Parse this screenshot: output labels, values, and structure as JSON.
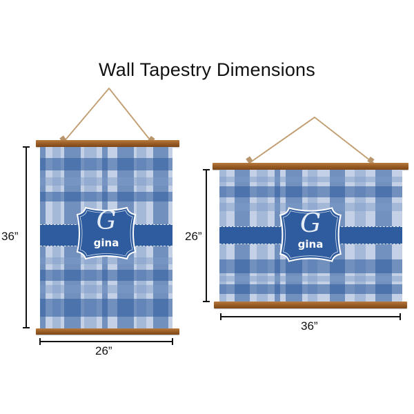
{
  "title": "Wall Tapestry Dimensions",
  "colors": {
    "plaid_dark": "#2f5c9e",
    "plaid_mid": "#7f9dc8",
    "plaid_light": "#c3d0e6",
    "wood": "#9c5f28",
    "rope": "#c9a77c"
  },
  "products": [
    {
      "orientation": "portrait",
      "height_label": "36”",
      "width_label": "26”",
      "monogram_letter": "G",
      "monogram_name": "gina"
    },
    {
      "orientation": "landscape",
      "height_label": "26”",
      "width_label": "36”",
      "monogram_letter": "G",
      "monogram_name": "gina"
    }
  ]
}
